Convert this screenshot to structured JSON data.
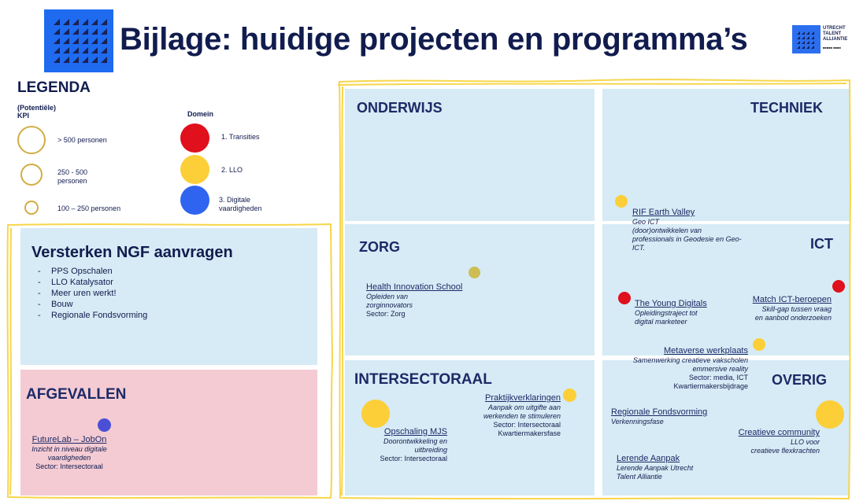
{
  "title": "Bijlage: huidige projecten en programma’s",
  "logo_right": {
    "lines": [
      "UTRECHT",
      "TALENT",
      "ALLIANTIE"
    ],
    "sub": "■■■■■ ■■■■",
    "icon": "utrecht-talent-alliantie-logo"
  },
  "legend": {
    "title": "LEGENDA",
    "kpi_label_1": "(Potentiële)",
    "kpi_label_2": "KPI",
    "kpi": [
      {
        "label": "> 500 personen"
      },
      {
        "label_1": "250 - 500",
        "label_2": "personen"
      },
      {
        "label": "100 – 250 personen"
      }
    ],
    "domain_label": "Domein",
    "domains": [
      {
        "label_1": "1. Transities",
        "color": "#e0101c"
      },
      {
        "label_1": "2. LLO",
        "color": "#fccf38"
      },
      {
        "label_1": "3. Digitale",
        "label_2": "vaardigheden",
        "color": "#2f64f0"
      }
    ]
  },
  "ngf": {
    "title": "Versterken NGF aanvragen",
    "items": [
      "PPS Opschalen",
      "LLO Katalysator",
      "Meer uren werkt!",
      "Bouw",
      "Regionale Fondsvorming"
    ]
  },
  "afgevallen": {
    "title": "AFGEVALLEN",
    "item": {
      "name": "FutureLab – JobOn",
      "desc_1": "Inzicht in niveau digitale",
      "desc_2": "vaardigheden",
      "sector": "Sector: Intersectoraal"
    }
  },
  "panels": {
    "onderwijs": "ONDERWIJS",
    "techniek": "TECHNIEK",
    "zorg": "ZORG",
    "ict": "ICT",
    "intersectoraal": "INTERSECTORAAL",
    "overig": "OVERIG"
  },
  "projects": {
    "rif": {
      "name": "RIF Earth Valley",
      "d1": "Geo ICT",
      "d2": "(door)ontwikkelen van",
      "d3": "professionals in Geodesie en Geo-",
      "d4": "ICT."
    },
    "health": {
      "name": "Health Innovation School",
      "d1": "Opleiden van",
      "d2": "zorginnovators",
      "sector": "Sector: Zorg"
    },
    "young": {
      "name": "The Young Digitals",
      "d1": "Opleidingstraject tot",
      "d2": "digital marketeer"
    },
    "match": {
      "name": "Match ICT-beroepen",
      "d1": "Skill-gap tussen vraag",
      "d2": "en aanbod onderzoeken"
    },
    "metaverse": {
      "name": "Metaverse  werkplaats",
      "d1": "Samenwerking creatieve vakscholen",
      "d2": "emmersive reality",
      "sector": "Sector: media, ICT",
      "extra": "Kwartiermakersbijdrage"
    },
    "praktijk": {
      "name": "Praktijkverklaringen",
      "d1": "Aanpak om uitgifte aan",
      "d2": "werkenden te stimuleren",
      "sector": "Sector: Intersectoraal",
      "extra": "Kwartiermakersfase"
    },
    "mjs": {
      "name": "Opschaling MJS",
      "d1": "Doorontwikkeling en",
      "d2": "uitbreiding",
      "sector": "Sector: Intersectoraal"
    },
    "regionale": {
      "name": "Regionale Fondsvorming",
      "d1": "Verkenningsfase"
    },
    "creatieve": {
      "name": "Creatieve community",
      "d1": "LLO voor",
      "d2": "creatieve flexkrachten"
    },
    "lerende": {
      "name": "Lerende Aanpak",
      "d1": "Lerende Aanpak Utrecht",
      "d2": "Talent Alliantie"
    }
  },
  "colors": {
    "red": "#e0101c",
    "yellow": "#fccf38",
    "olive": "#cdbd55",
    "blue": "#2f64f0",
    "purple": "#4a4fd6",
    "panel_blue": "#d6ebf5",
    "panel_pink": "#f4cbd3",
    "frame": "#f7d64a"
  }
}
